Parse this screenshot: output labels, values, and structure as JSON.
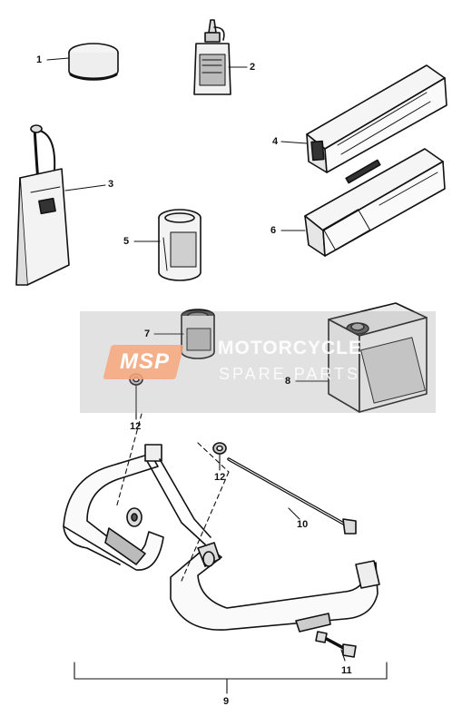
{
  "callouts": {
    "c1": "1",
    "c2": "2",
    "c3": "3",
    "c4": "4",
    "c5": "5",
    "c6": "6",
    "c7": "7",
    "c8": "8",
    "c9": "9",
    "c10": "10",
    "c11": "11",
    "c12a": "12",
    "c12b": "12"
  },
  "watermark": {
    "logo": "MSP",
    "line1": "MOTORCYCLE",
    "line2": "SPARE PARTS"
  },
  "colors": {
    "ink": "#111111",
    "watermark_band": "#969696",
    "watermark_logo": "#f7a77a"
  }
}
